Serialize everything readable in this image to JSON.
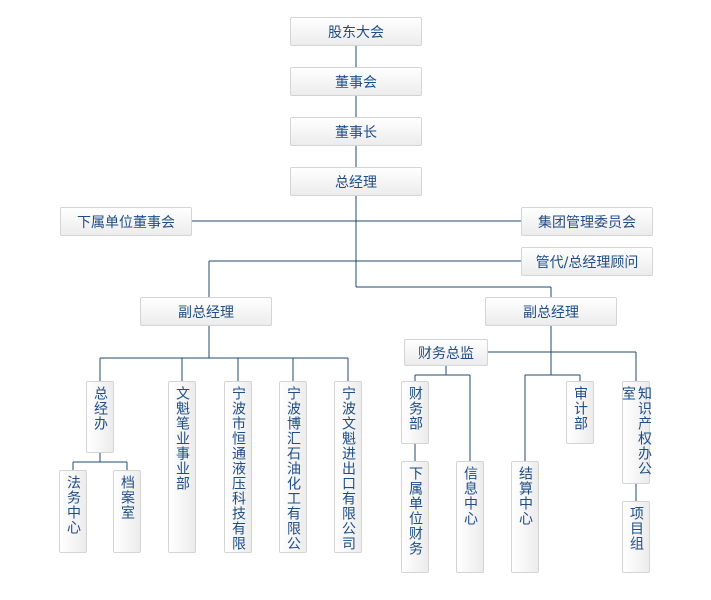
{
  "nodes": {
    "gudong": "股东大会",
    "dongshihui": "董事会",
    "dongshizhang": "董事长",
    "zongjingli": "总经理",
    "xiashu": "下属单位董事会",
    "jituan": "集团管理委员会",
    "guwen": "管代/总经理顾问",
    "fuzong_left": "副总经理",
    "fuzong_right": "副总经理",
    "caiwu_zongjian": "财务总监",
    "zongjingban": "总经办",
    "fawu": "法务中心",
    "dangan": "档案室",
    "wenkui_bi": "文魁笔业事业部",
    "hengtong": "宁波市恒通液压科技有限",
    "bohui": "宁波博汇石油化工有限公",
    "wenkui_jinchu": "宁波文魁进出口有限公司",
    "caiwubu": "财务部",
    "xiashu_caiwu": "下属单位财务",
    "xinxi": "信息中心",
    "jiesuan": "结算中心",
    "shenji": "审计部",
    "zhishi": "知识产权办公室",
    "xiangmu": "项目组"
  }
}
